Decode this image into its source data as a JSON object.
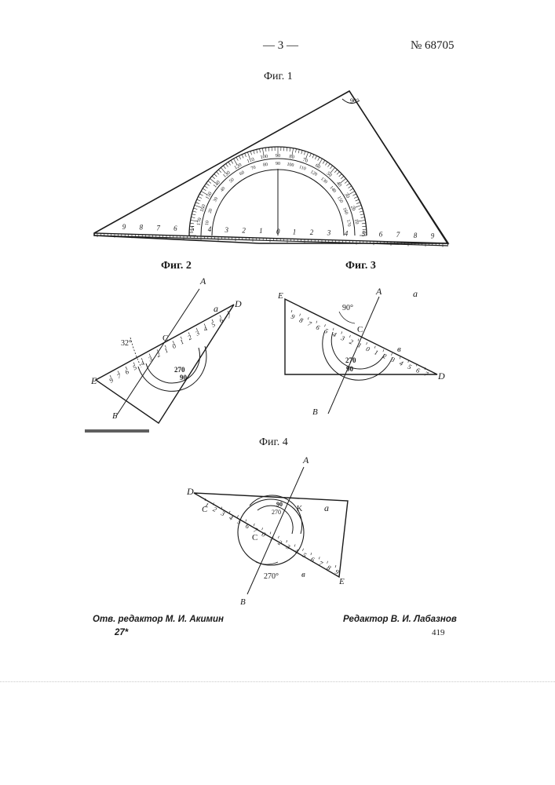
{
  "header": {
    "page_number": "— 3 —",
    "patent_number": "№ 68705"
  },
  "figures": {
    "fig1": {
      "caption": "Фиг. 1",
      "right_angle_label": "90°",
      "scale_left": [
        "9",
        "8",
        "7",
        "6",
        "5",
        "4",
        "3",
        "2",
        "1",
        "0"
      ],
      "scale_right": [
        "1",
        "2",
        "3",
        "4",
        "5",
        "6",
        "7",
        "8",
        "9"
      ],
      "protractor_outer": [
        "10",
        "20",
        "30",
        "40",
        "50",
        "60",
        "70",
        "80",
        "90",
        "100",
        "110",
        "120",
        "130",
        "140",
        "150",
        "160",
        "170"
      ],
      "protractor_inner": [
        "170",
        "160",
        "150",
        "140",
        "130",
        "120",
        "110",
        "100",
        "90",
        "80",
        "70",
        "60",
        "50",
        "40",
        "30",
        "20",
        "10"
      ]
    },
    "fig2": {
      "caption": "Фиг. 2",
      "label_A": "A",
      "label_B": "Б",
      "label_C": "C",
      "label_D": "D",
      "label_E": "E",
      "label_a": "a",
      "angle_label": "32°",
      "inner_label_1": "270",
      "inner_label_2": "90",
      "scale": [
        "9",
        "7",
        "6",
        "5",
        "4",
        "3",
        "2",
        "1",
        "0",
        "1",
        "2",
        "3",
        "4",
        "5",
        "6",
        "7"
      ]
    },
    "fig3": {
      "caption": "Фиг. 3",
      "label_A": "A",
      "label_a": "a",
      "label_B": "B",
      "label_C": "C",
      "label_D": "D",
      "label_E": "E",
      "label_b": "в",
      "angle_label": "90°",
      "inner_label_1": "270",
      "inner_label_2": "90",
      "scale": [
        "9",
        "8",
        "7",
        "6",
        "5",
        "4",
        "3",
        "2",
        "1",
        "0",
        "1",
        "2",
        "3",
        "4",
        "5",
        "6",
        "7"
      ]
    },
    "fig4": {
      "caption": "Фиг. 4",
      "label_A": "A",
      "label_B": "B",
      "label_C": "C",
      "label_D": "D",
      "label_E": "E",
      "label_K": "K",
      "label_a": "a",
      "label_b": "в",
      "label_center": "C",
      "angle_label": "270°",
      "inner_label_1": "90",
      "inner_label_2": "270",
      "scale": [
        "1",
        "2",
        "3",
        "4",
        "5",
        "6",
        "7",
        "0",
        "1",
        "2",
        "3",
        "4",
        "5",
        "6",
        "7",
        "8",
        "9"
      ]
    }
  },
  "footer": {
    "left_line1": "Отв. редактор М. И. Акимин",
    "left_line2": "27*",
    "right_line1": "Редактор В. И. Лабазнов",
    "right_line2": "419"
  }
}
